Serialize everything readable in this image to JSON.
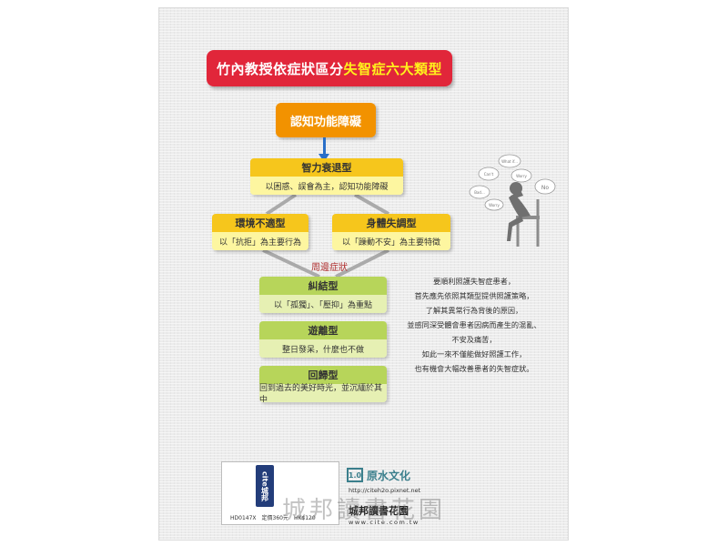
{
  "title": {
    "part1": "竹內教授依症狀區分",
    "part2": "失智症六大類型"
  },
  "root": {
    "label": "認知功能障礙"
  },
  "intellectual": {
    "label": "智力衰退型",
    "desc": "以困惑、誤會為主，認知功能障礙"
  },
  "environment": {
    "label": "環境不適型",
    "desc": "以「抗拒」為主要行為"
  },
  "physical": {
    "label": "身體失調型",
    "desc": "以「躁動不安」為主要特徵"
  },
  "peripheral": {
    "label": "周邊症狀"
  },
  "conflict": {
    "label": "糾結型",
    "desc": "以「孤獨」、「壓抑」為重點"
  },
  "wander": {
    "label": "遊離型",
    "desc": "整日發呆，什麼也不做"
  },
  "regress": {
    "label": "回歸型",
    "desc": "回到過去的美好時光，並沉緬於其中"
  },
  "illustration": {
    "bubbles": [
      "What if...",
      "Can't",
      "Worry",
      "No",
      "Bad...",
      "Worry"
    ]
  },
  "description": [
    "要順利照護失智症患者，",
    "首先應先依照其類型提供照護策略，",
    "了解其異常行為背後的原因，",
    "並感同深受體會患者因病而產生的混亂、",
    "不安及痛苦，",
    "如此一來不僅能做好照護工作，",
    "也有機會大幅改善患者的失智症狀。"
  ],
  "barcode": {
    "logo_text": "cite城邦",
    "info": "HD0147X　定價360元　HK$120"
  },
  "publisher": {
    "icon": "1.0",
    "name": "原水文化",
    "url": "http://citeh2o.pixnet.net"
  },
  "cite": {
    "name": "城邦讀書花園",
    "url": "www.cite.com.tw"
  },
  "watermark": "城邦讀書花園",
  "colors": {
    "title_bg": "#e1263a",
    "orange": "#f29200",
    "yellow_header": "#f6c61c",
    "yellow_body": "#fdf6a0",
    "green_header": "#b7d55a",
    "green_body": "#e6f0b3",
    "arrow": "#2a6fc8"
  }
}
